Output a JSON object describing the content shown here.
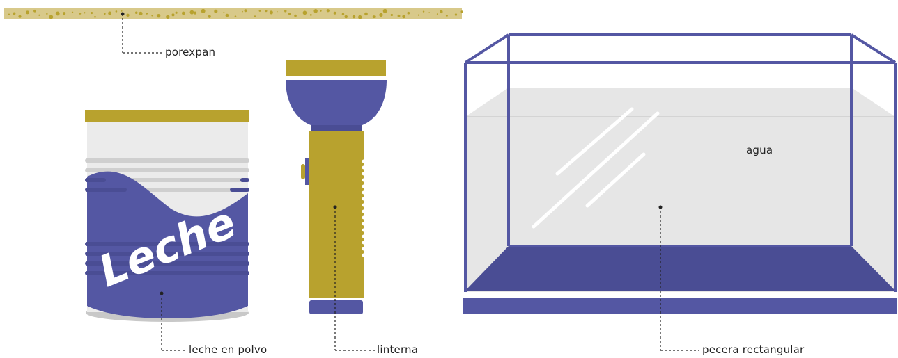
{
  "labels": {
    "styrofoam": "porexpan",
    "milk_can": "leche en polvo",
    "flashlight": "linterna",
    "water": "agua",
    "fish_tank": "pecera rectangular"
  },
  "can_text": "Leche",
  "colors": {
    "purple": "#5457a3",
    "purple_dark": "#4a4d94",
    "gold": "#b8a22e",
    "sand": "#d8c98a",
    "light_gray": "#e4e4e4",
    "label_gray": "#f0f0f0",
    "shadow_gray": "#c8c8c8",
    "ridge_gray": "#cfcfcf",
    "white": "#ffffff",
    "text": "#222222"
  }
}
